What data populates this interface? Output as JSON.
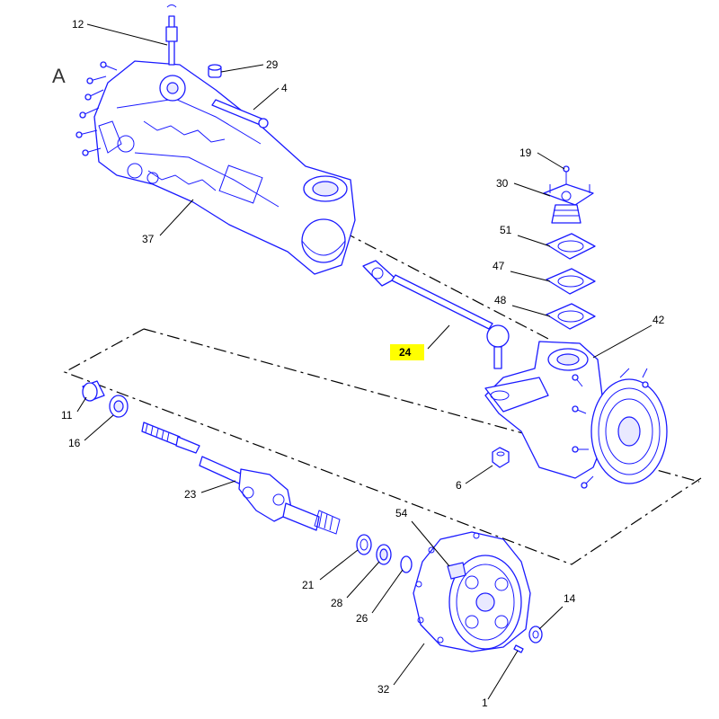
{
  "view_letter": "A",
  "colors": {
    "linework": "#1a1aff",
    "leaders": "#000000",
    "highlight": "#ffff00"
  },
  "callouts": [
    {
      "id": "12",
      "label": "12"
    },
    {
      "id": "29",
      "label": "29"
    },
    {
      "id": "4",
      "label": "4"
    },
    {
      "id": "37",
      "label": "37"
    },
    {
      "id": "19",
      "label": "19"
    },
    {
      "id": "30",
      "label": "30"
    },
    {
      "id": "51",
      "label": "51"
    },
    {
      "id": "47",
      "label": "47"
    },
    {
      "id": "48",
      "label": "48"
    },
    {
      "id": "42",
      "label": "42"
    },
    {
      "id": "24",
      "label": "24",
      "highlighted": true
    },
    {
      "id": "11",
      "label": "11"
    },
    {
      "id": "16",
      "label": "16"
    },
    {
      "id": "23",
      "label": "23"
    },
    {
      "id": "6",
      "label": "6"
    },
    {
      "id": "54",
      "label": "54"
    },
    {
      "id": "21",
      "label": "21"
    },
    {
      "id": "28",
      "label": "28"
    },
    {
      "id": "26",
      "label": "26"
    },
    {
      "id": "14",
      "label": "14"
    },
    {
      "id": "32",
      "label": "32"
    },
    {
      "id": "1",
      "label": "1"
    }
  ]
}
